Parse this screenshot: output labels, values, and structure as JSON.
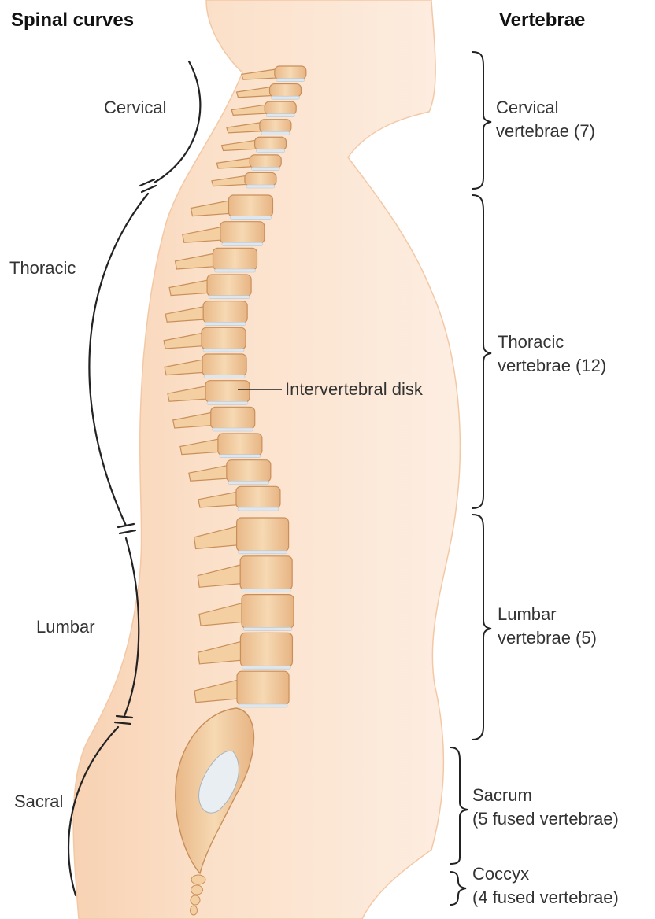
{
  "headings": {
    "spinal_curves": "Spinal curves",
    "vertebrae": "Vertebrae"
  },
  "curves": [
    {
      "label": "Cervical"
    },
    {
      "label": "Thoracic"
    },
    {
      "label": "Lumbar"
    },
    {
      "label": "Sacral"
    }
  ],
  "vertebrae": [
    {
      "line1": "Cervical",
      "line2": "vertebrae (7)",
      "count": 7
    },
    {
      "line1": "Thoracic",
      "line2": "vertebrae (12)",
      "count": 12
    },
    {
      "line1": "Lumbar",
      "line2": "vertebrae (5)",
      "count": 5
    },
    {
      "line1": "Sacrum",
      "line2": "(5 fused vertebrae)"
    },
    {
      "line1": "Coccyx",
      "line2": "(4 fused vertebrae)"
    }
  ],
  "annotation": {
    "label": "Intervertebral disk"
  },
  "colors": {
    "skin": "#fce3cc",
    "skin_edge": "#f3c8a5",
    "bone": "#f3cfa2",
    "bone_edge": "#c98f5b",
    "disk": "#dfe7ee",
    "line": "#222222"
  }
}
